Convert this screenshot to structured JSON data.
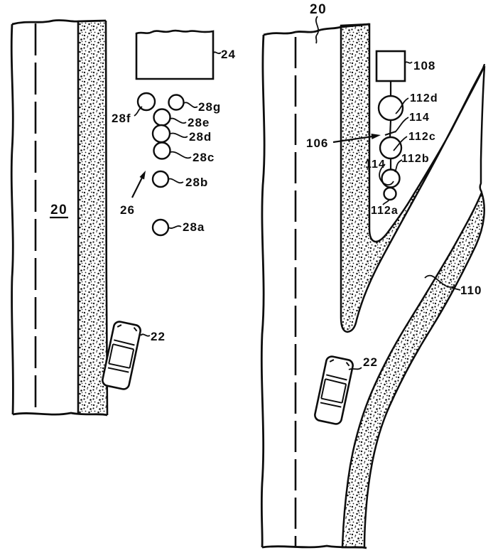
{
  "figure": {
    "kind": "patent road diagram, two panels",
    "left_panel": {
      "road_label": "20",
      "vehicle_label": "22",
      "sign_label": "24",
      "spray_arrow_label": "26",
      "droplet_labels": {
        "a": "28a",
        "b": "28b",
        "c": "28c",
        "d": "28d",
        "e": "28e",
        "f": "28f",
        "g": "28g"
      }
    },
    "right_panel": {
      "road_label": "20",
      "vehicle_label": "22",
      "line_label": "106",
      "box_label": "108",
      "ramp_label": "110",
      "marker_labels": {
        "a": "112a",
        "b": "112b",
        "c": "112c",
        "d": "112d"
      },
      "link_label_upper": "114",
      "link_label_lower": "114"
    }
  }
}
